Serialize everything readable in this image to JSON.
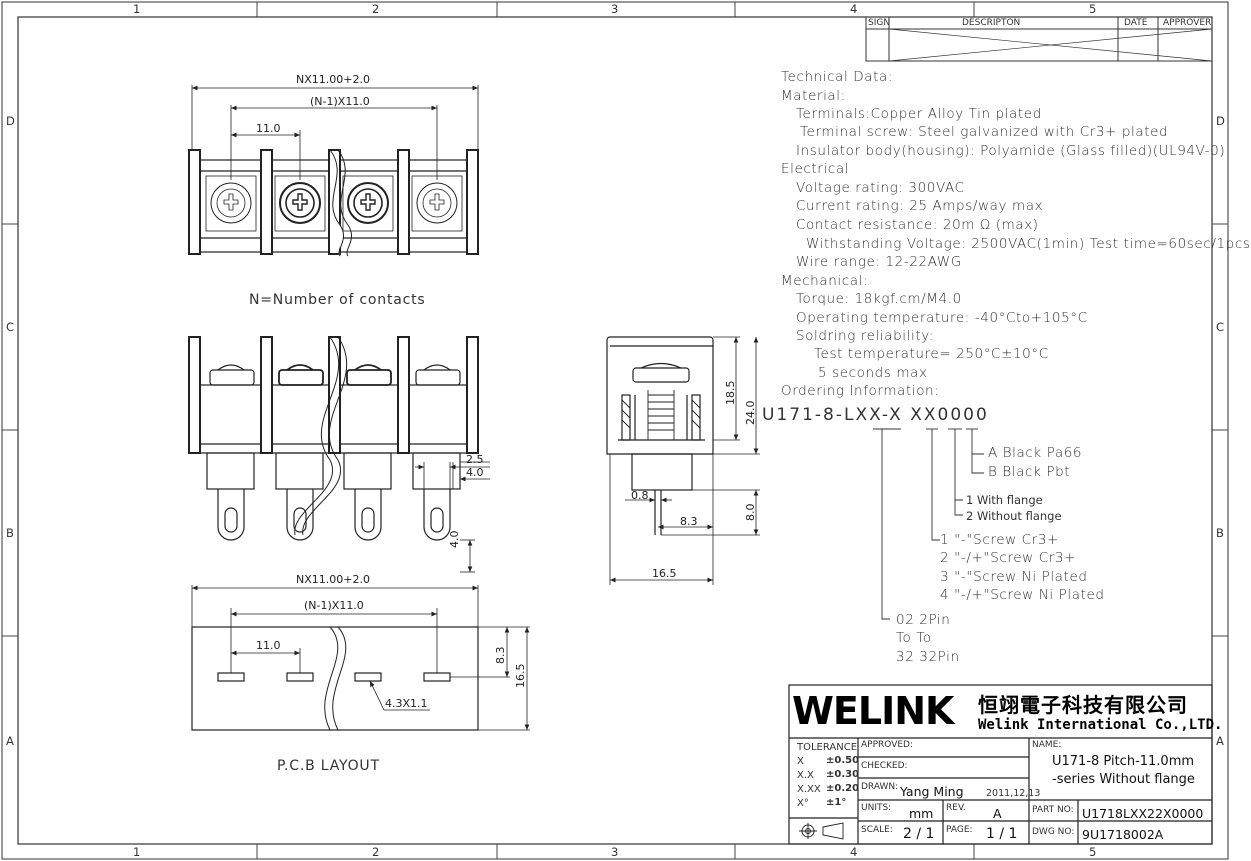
{
  "frame": {
    "columns": [
      "1",
      "2",
      "3",
      "4",
      "5"
    ],
    "rows": [
      "D",
      "C",
      "B",
      "A"
    ]
  },
  "revision_block": {
    "sign": "SIGN",
    "description": "DESCRIPTON",
    "date": "DATE",
    "approver": "APPROVER"
  },
  "views": {
    "top_overall_dim": "NX11.00+2.0",
    "top_pitch_span_dim": "(N-1)X11.0",
    "top_pitch_dim": "11.0",
    "caption_contacts": "N=Number of contacts",
    "front_dims": [
      "2.5",
      "4.0",
      "4.0"
    ],
    "side_dims": [
      "18.5",
      "24.0",
      "0.8",
      "8.0",
      "8.3",
      "16.5"
    ],
    "pcb_overall_dim": "NX11.00+2.0",
    "pcb_pitch_span_dim": "(N-1)X11.0",
    "pcb_pitch_dim": "11.0",
    "pcb_slot_dim": "4.3X1.1",
    "pcb_height_dims": [
      "8.3",
      "16.5"
    ],
    "caption_pcb": "P.C.B LAYOUT"
  },
  "technical_data": [
    "Technical Data:",
    "Material:",
    "Terminals:Copper Alloy Tin plated",
    "Terminal screw: Steel galvanized with Cr3+ plated",
    "Insulator body(housing): Polyamide (Glass filled)(UL94V-0)",
    "Electrical",
    "Voltage rating: 300VAC",
    "Current rating: 25 Amps/way max",
    "Contact resistance: 20m Ω   (max)",
    "Withstanding Voltage: 2500VAC(1min) Test time=60sec/1pcs",
    "Wire range: 12-22AWG",
    "Mechanical:",
    "Torque: 18kgf.cm/M4.0",
    "Operating temperature: -40°Cto+105°C",
    "Soldring reliability:",
    "Test temperature= 250°C±10°C",
    "5 seconds max",
    "Ordering Information:"
  ],
  "ordering": {
    "code": "U171-8-LXX-X XX0000",
    "color_options": [
      "A  Black Pa66",
      "B  Black Pbt"
    ],
    "flange_options": [
      "1  With flange",
      "2  Without flange"
    ],
    "screw_options": [
      "1   \"-\"Screw Cr3+",
      "2   \"-/+\"Screw Cr3+",
      "3   \"-\"Screw Ni Plated",
      "4   \"-/+\"Screw Ni Plated"
    ],
    "pin_options": [
      "02      2Pin",
      "To        To",
      "32      32Pin"
    ]
  },
  "title_block": {
    "logo": "WELINK",
    "company_cn": "恒翊電子科技有限公司",
    "company_en": "Welink International Co.,LTD.",
    "tolerance_label": "TOLERANCE",
    "tolerances": [
      {
        "k": "X",
        "v": "±0.50"
      },
      {
        "k": "X.X",
        "v": "±0.30"
      },
      {
        "k": "X.XX",
        "v": "±0.20"
      },
      {
        "k": "X°",
        "v": "±1°"
      }
    ],
    "approved_label": "APPROVED:",
    "checked_label": "CHECKED:",
    "drawn_label": "DRAWN:",
    "drawn_by": "Yang Ming",
    "drawn_date": "2011,12,13",
    "units_label": "UNITS:",
    "units": "mm",
    "rev_label": "REV.",
    "rev": "A",
    "scale_label": "SCALE:",
    "scale": "2 / 1",
    "page_label": "PAGE:",
    "page": "1 / 1",
    "name_label": "NAME:",
    "name_line1": "U171-8 Pitch-11.0mm",
    "name_line2": "-series Without flange",
    "part_no_label": "PART NO:",
    "part_no": "U1718LXX22X0000",
    "dwg_no_label": "DWG NO:",
    "dwg_no": "9U1718002A"
  }
}
